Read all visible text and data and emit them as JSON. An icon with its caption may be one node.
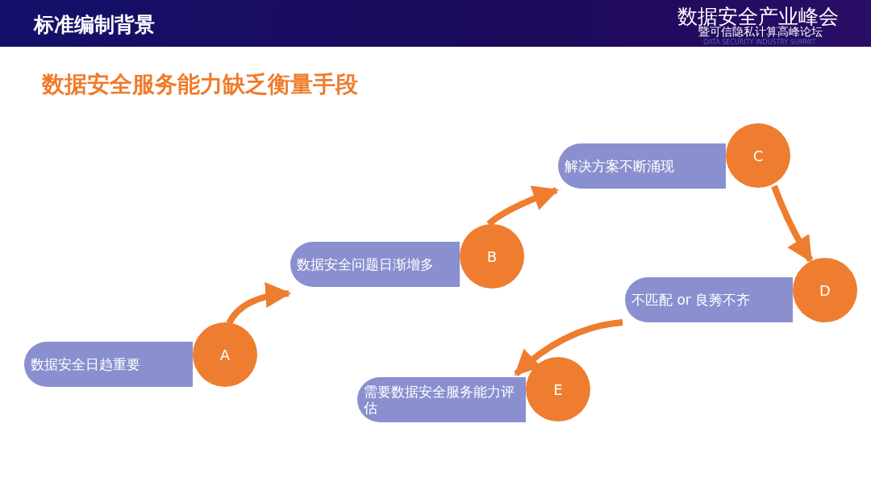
{
  "diagram": {
    "title": "数据安全服务能力缺乏衡量手段",
    "nodes": [
      {
        "text": [
          "数据安全日趋重要"
        ]
      },
      {
        "text": [
          "A"
        ]
      },
      {
        "text": [
          "数据安全问题日渐增多"
        ]
      },
      {
        "text": [
          "B"
        ]
      },
      {
        "text": [
          "解决方案不断涌现"
        ]
      },
      {
        "text": [
          "C"
        ]
      },
      {
        "text": [
          "不匹配 or 良莠不齐"
        ]
      },
      {
        "text": [
          "D"
        ]
      },
      {
        "text": [
          "需要数据安全服务能力评估"
        ]
      },
      {
        "text": [
          "E"
        ]
      }
    ],
    "edges": [
      {
        "from": 1,
        "to": 2,
        "arrow": "to"
      },
      {
        "from": 3,
        "to": 4,
        "arrow": "to"
      },
      {
        "from": 5,
        "to": 7,
        "arrow": "to"
      },
      {
        "from": 6,
        "to": 8,
        "arrow": "to"
      }
    ],
    "labels": [
      "标准编制背景",
      "数据安全产业峰会",
      "暨可信隐私计算高峰论坛",
      "DATA SECURITY INDUSTRY SUMMIT"
    ]
  }
}
